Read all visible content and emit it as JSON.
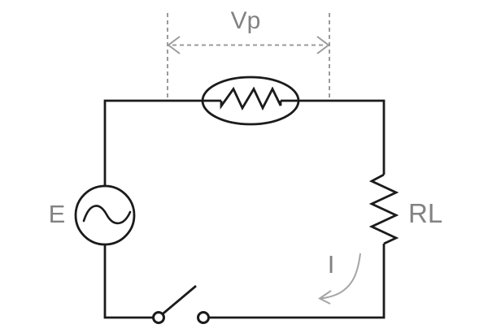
{
  "diagram": {
    "labels": {
      "source": "E",
      "probe_voltage": "Vp",
      "load_resistor": "RL",
      "current": "I"
    },
    "colors": {
      "wire": "#1b1b1b",
      "label": "#828282",
      "annotation": "#9b9b9b",
      "current_arrow": "#a5a5a5",
      "background": "#ffffff"
    },
    "symbols": [
      "ac-source-icon",
      "oval-resistor-icon",
      "resistor-icon",
      "open-switch-icon",
      "dimension-arrow-icon",
      "current-arrow-icon"
    ]
  }
}
